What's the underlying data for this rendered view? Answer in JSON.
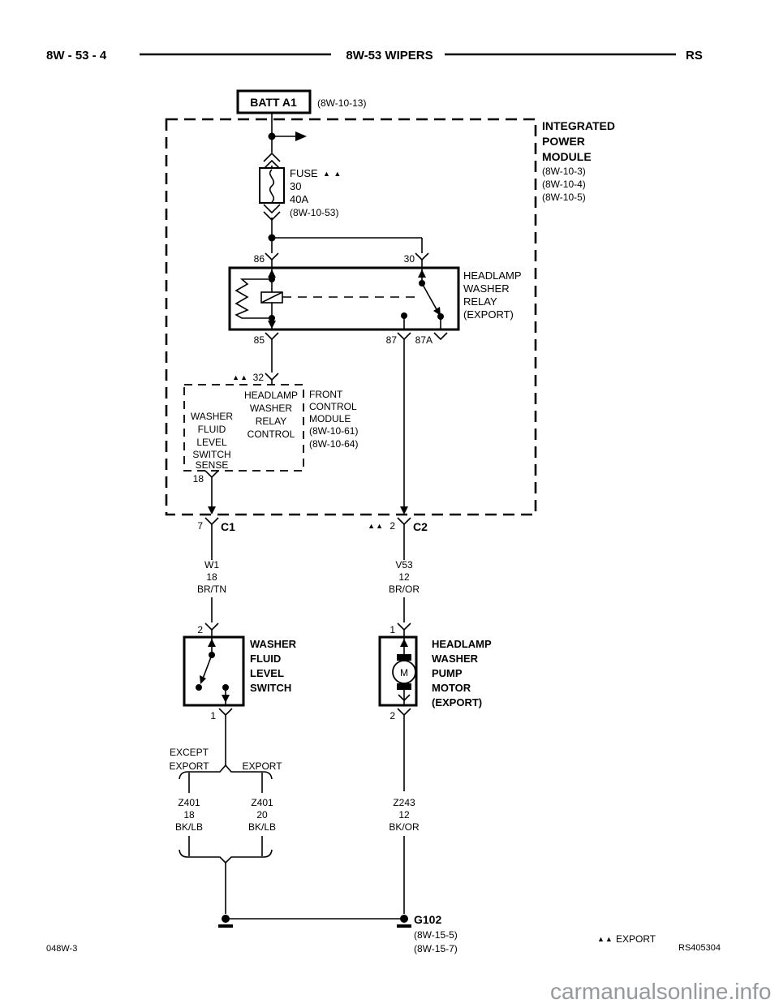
{
  "header": {
    "left": "8W - 53 - 4",
    "center": "8W-53 WIPERS",
    "right": "RS"
  },
  "battery": {
    "label": "BATT A1",
    "ref": "(8W-10-13)"
  },
  "ipm": {
    "name": [
      "INTEGRATED",
      "POWER",
      "MODULE"
    ],
    "refs": [
      "(8W-10-3)",
      "(8W-10-4)",
      "(8W-10-5)"
    ]
  },
  "fuse": {
    "label": "FUSE",
    "marker": "▲ ▲",
    "number": "30",
    "rating": "40A",
    "ref": "(8W-10-53)"
  },
  "relay": {
    "pins": {
      "p86": "86",
      "p30": "30",
      "p85": "85",
      "p87": "87",
      "p87a": "87A"
    },
    "name": [
      "HEADLAMP",
      "WASHER",
      "RELAY",
      "(EXPORT)"
    ]
  },
  "fcm": {
    "pin32_marker": "▲▲",
    "pin32": "32",
    "pin18": "18",
    "signal_relay": [
      "HEADLAMP",
      "WASHER",
      "RELAY",
      "CONTROL"
    ],
    "signal_sense": [
      "WASHER",
      "FLUID",
      "LEVEL",
      "SWITCH",
      "SENSE"
    ],
    "name": [
      "FRONT",
      "CONTROL",
      "MODULE"
    ],
    "refs": [
      "(8W-10-61)",
      "(8W-10-64)"
    ]
  },
  "connectors": {
    "c1": {
      "pin": "7",
      "label": "C1"
    },
    "c2": {
      "marker": "▲▲",
      "pin": "2",
      "label": "C2"
    }
  },
  "wires": {
    "w1": [
      "W1",
      "18",
      "BR/TN"
    ],
    "v53": [
      "V53",
      "12",
      "BR/OR"
    ],
    "z401_left": [
      "Z401",
      "18",
      "BK/LB"
    ],
    "z401_right": [
      "Z401",
      "20",
      "BK/LB"
    ],
    "z243": [
      "Z243",
      "12",
      "BK/OR"
    ]
  },
  "washer_switch": {
    "pin_top": "2",
    "pin_bottom": "1",
    "name": [
      "WASHER",
      "FLUID",
      "LEVEL",
      "SWITCH"
    ]
  },
  "pump_motor": {
    "pin_top": "1",
    "pin_bottom": "2",
    "motor_letter": "M",
    "name": [
      "HEADLAMP",
      "WASHER",
      "PUMP",
      "MOTOR",
      "(EXPORT)"
    ]
  },
  "branches": {
    "left_label": [
      "EXCEPT",
      "EXPORT"
    ],
    "right_label": "EXPORT"
  },
  "ground": {
    "label": "G102",
    "refs": [
      "(8W-15-5)",
      "(8W-15-7)"
    ]
  },
  "footer": {
    "left": "048W-3",
    "export_marker": "▲▲",
    "export_label": "EXPORT",
    "right": "RS405304"
  },
  "watermark": "carmanualsonline.info"
}
